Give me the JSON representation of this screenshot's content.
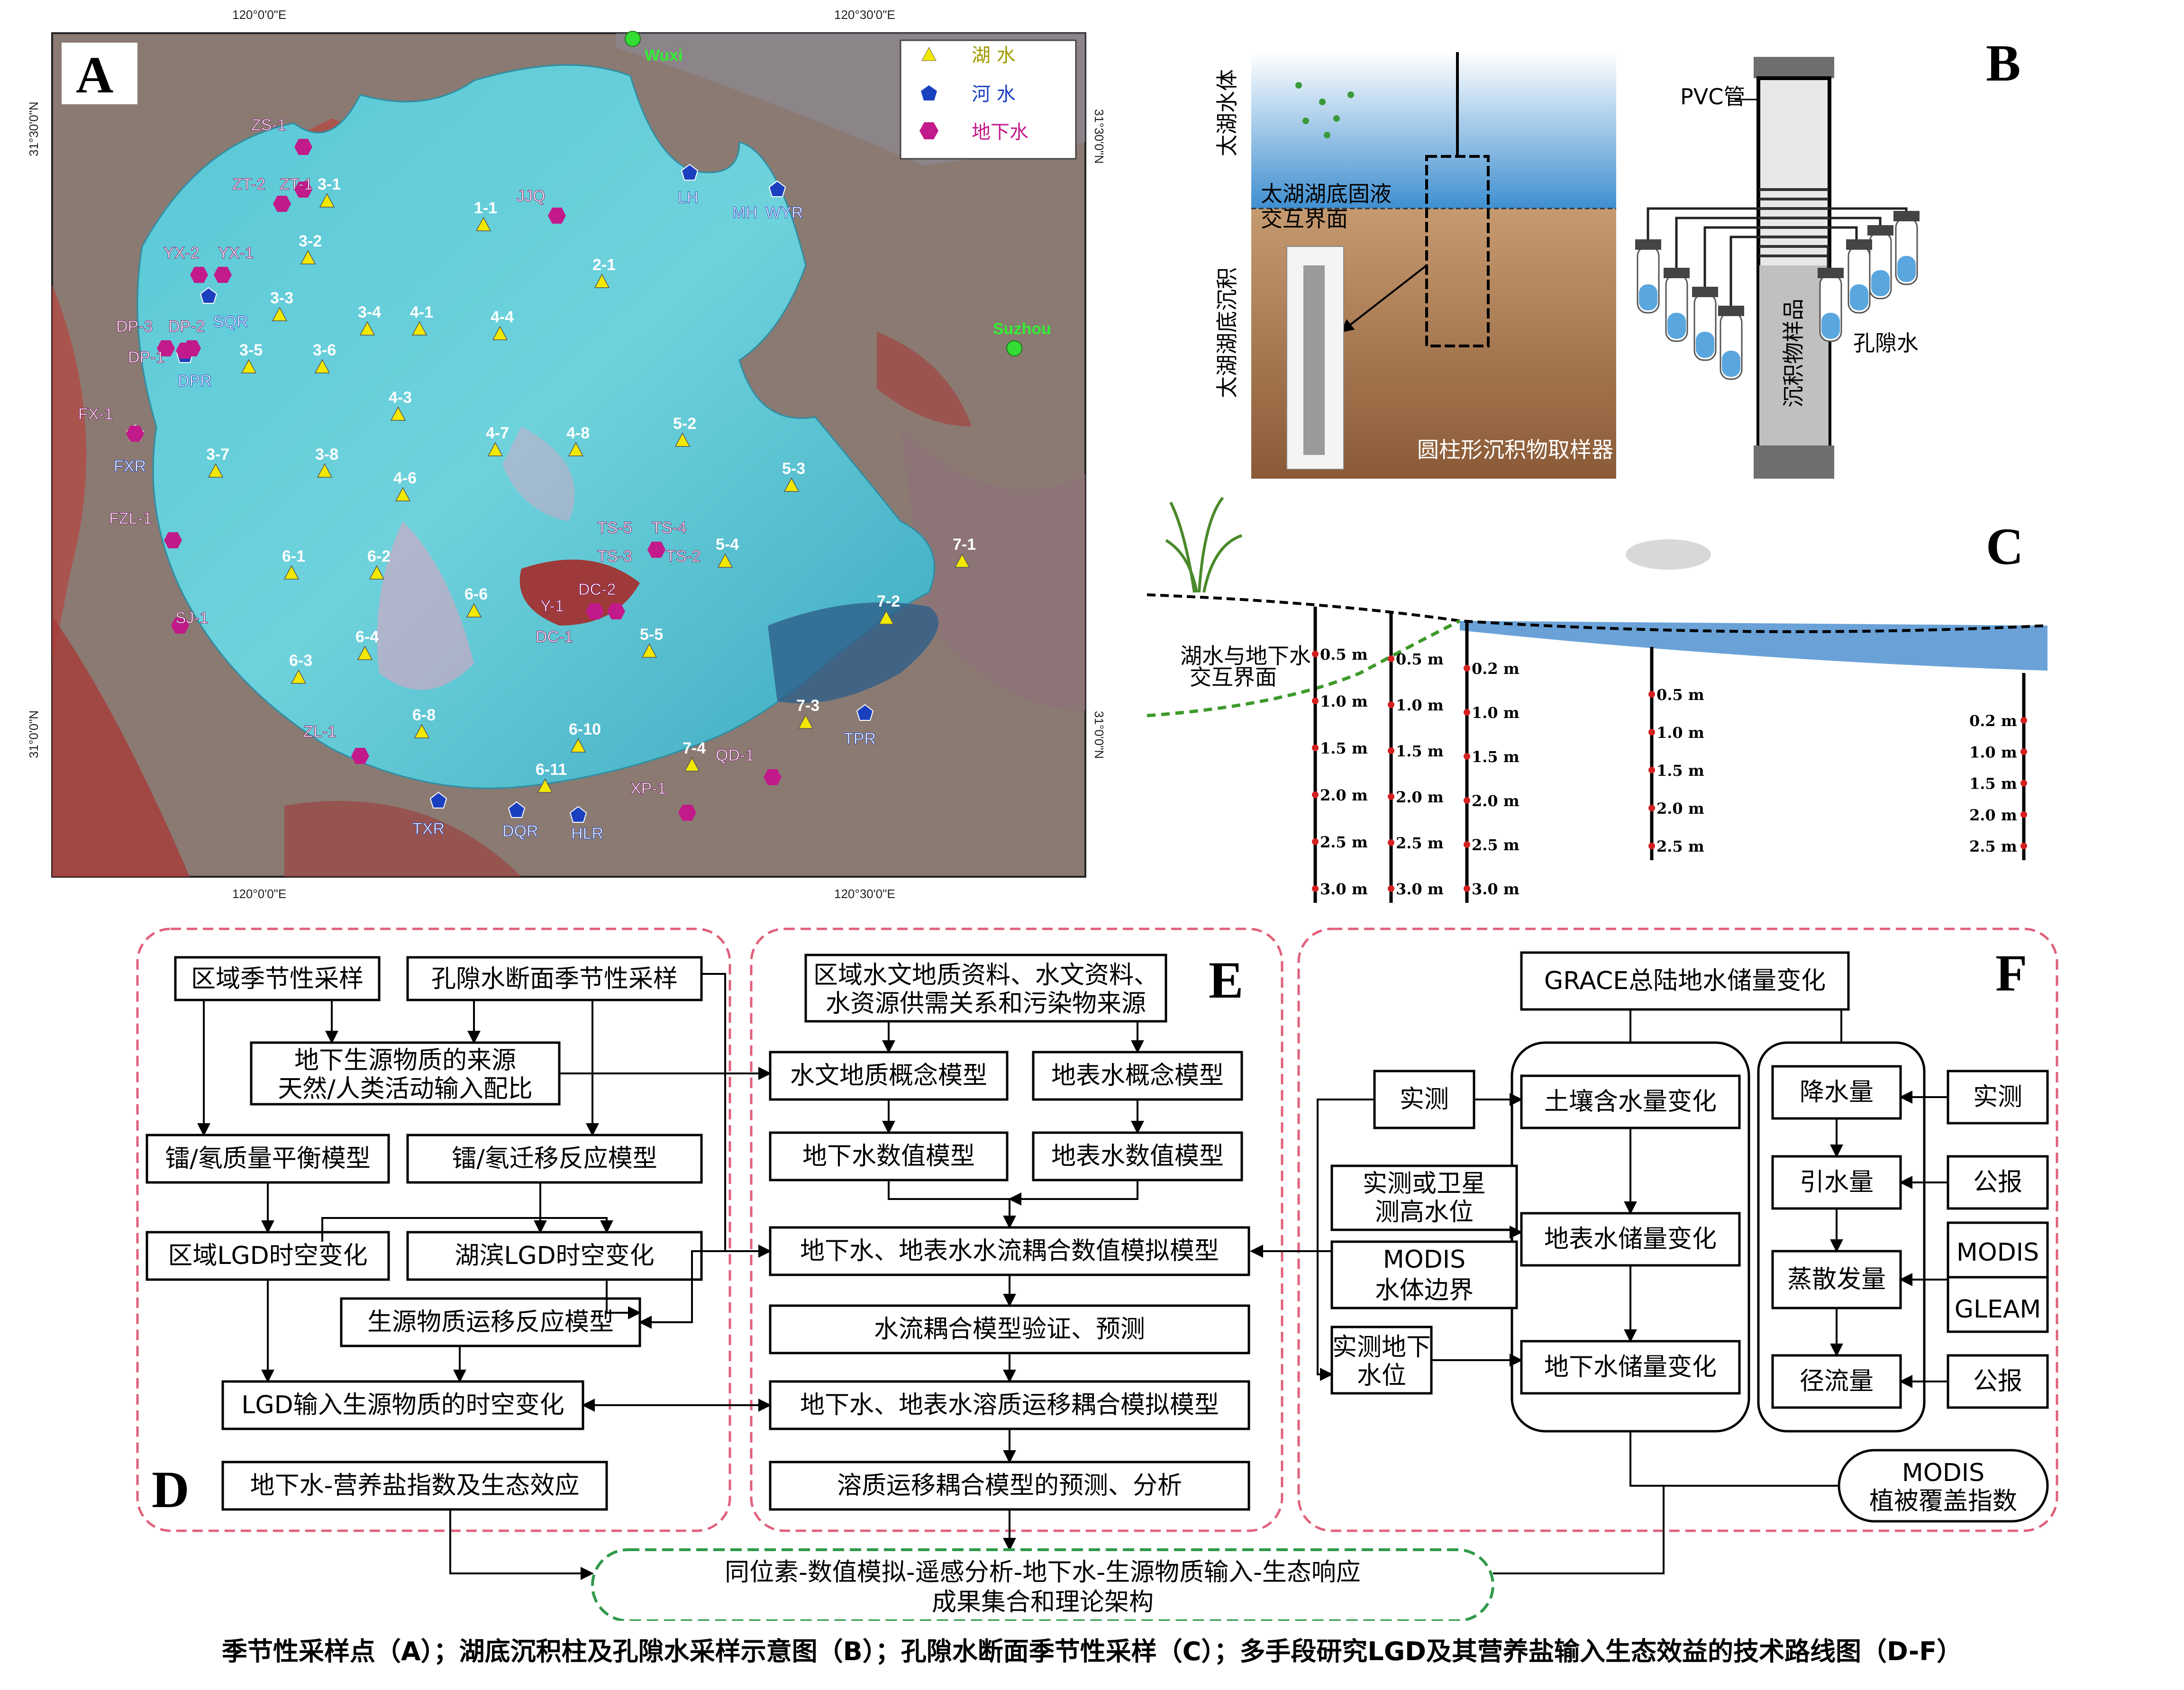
{
  "panel_a": {
    "letter": "A",
    "coords": {
      "top_left": "120°0'0\"E",
      "top_right": "120°30'0\"E",
      "left_top": "31°30'0\"N",
      "left_bottom": "31°0'0\"N",
      "right_top": "31°30'0\"N",
      "right_bottom": "31°0'0\"N",
      "bottom_left": "120°0'0\"E",
      "bottom_right": "120°30'0\"E"
    },
    "legend": [
      {
        "symbol": "triangle",
        "label": "湖 水",
        "color": "#f2e800"
      },
      {
        "symbol": "pentagon",
        "label": "河 水",
        "color": "#1a3fbf"
      },
      {
        "symbol": "hexagon",
        "label": "地下水",
        "color": "#c21a8a"
      }
    ],
    "cities": [
      "Wuxi",
      "Suzhou"
    ],
    "lake_sites": [
      "3-1",
      "1-1",
      "3-2",
      "2-1",
      "3-3",
      "3-4",
      "4-1",
      "4-4",
      "3-5",
      "3-6",
      "4-3",
      "4-7",
      "4-8",
      "5-2",
      "3-7",
      "3-8",
      "4-6",
      "5-3",
      "5-4",
      "6-1",
      "6-2",
      "7-1",
      "6-6",
      "7-2",
      "6-4",
      "5-5",
      "6-3",
      "7-3",
      "6-8",
      "6-10",
      "7-4",
      "6-11"
    ],
    "river_sites": [
      "LH",
      "MH",
      "WYR",
      "SQR",
      "DPR",
      "FXR",
      "TPR",
      "TXR",
      "DQR",
      "HLR"
    ],
    "groundwater_sites": [
      "ZS-1",
      "ZT-2",
      "ZT-1",
      "JJQ",
      "YX-2",
      "YX-1",
      "DP-3",
      "DP-2",
      "DP-1",
      "FX-1",
      "FZL-1",
      "TS-5",
      "TS-4",
      "TS-3",
      "TS-2",
      "DC-2",
      "Y-1",
      "DC-1",
      "SJ-1",
      "ZL-1",
      "QD-1",
      "XP-1"
    ]
  },
  "panel_b": {
    "letter": "B",
    "water_label": "太湖水体",
    "interface_label": [
      "太湖湖底固液",
      "交互界面"
    ],
    "sediment_label": "太湖湖底沉积",
    "sampler_label": "圆柱形沉积物取样器",
    "pvc_label": "PVC管",
    "core_label": "沉积物样品",
    "porewater_label": "孔隙水"
  },
  "panel_c": {
    "letter": "C",
    "interface_label": [
      "湖水与地下水",
      "交互界面"
    ],
    "profiles": [
      [
        "0.5 m",
        "1.0 m",
        "1.5 m",
        "2.0 m",
        "2.5 m",
        "3.0 m"
      ],
      [
        "0.5 m",
        "1.0 m",
        "1.5 m",
        "2.0 m",
        "2.5 m",
        "3.0 m"
      ],
      [
        "0.2 m",
        "1.0 m",
        "1.5 m",
        "2.0 m",
        "2.5 m",
        "3.0 m"
      ],
      [
        "0.5 m",
        "1.0 m",
        "1.5 m",
        "2.0 m",
        "2.5 m"
      ],
      [
        "0.2 m",
        "1.0 m",
        "1.5 m",
        "2.0 m",
        "2.5 m"
      ]
    ]
  },
  "panel_d": {
    "letter": "D",
    "boxes": {
      "regional_sampling": "区域季节性采样",
      "porewater_sampling": "孔隙水断面季节性采样",
      "source1": "地下生源物质的来源",
      "source2": "天然/人类活动输入配比",
      "mass_balance": "镭/氡质量平衡模型",
      "transport": "镭/氡迁移反应模型",
      "regional_lgd": "区域LGD时空变化",
      "lakeshore_lgd": "湖滨LGD时空变化",
      "bio_transport": "生源物质运移反应模型",
      "lgd_input": "LGD输入生源物质的时空变化",
      "nutrient": "地下水-营养盐指数及生态效应"
    }
  },
  "panel_e": {
    "letter": "E",
    "boxes": {
      "data1": "区域水文地质资料、水文资料、",
      "data2": "水资源供需关系和污染物来源",
      "hydrogeo": "水文地质概念模型",
      "surface_concept": "地表水概念模型",
      "gw_numeric": "地下水数值模型",
      "sw_numeric": "地表水数值模型",
      "coupled_flow": "地下水、地表水水流耦合数值模拟模型",
      "validation": "水流耦合模型验证、预测",
      "solute": "地下水、地表水溶质运移耦合模拟模型",
      "solute_pred": "溶质运移耦合模型的预测、分析"
    }
  },
  "panel_f": {
    "letter": "F",
    "boxes": {
      "grace": "GRACE总陆地水储量变化",
      "measured1": "实测",
      "alt1": "实测或卫星",
      "alt2": "测高水位",
      "modis1": "MODIS",
      "modis2": "水体边界",
      "gwl1": "实测地下",
      "gwl2": "水位",
      "soil": "土壤含水量变化",
      "surface": "地表水储量变化",
      "groundwater": "地下水储量变化",
      "precip": "降水量",
      "diversion": "引水量",
      "evap": "蒸散发量",
      "runoff": "径流量",
      "measured2": "实测",
      "report1": "公报",
      "modis3": "MODIS",
      "gleam": "GLEAM",
      "report2": "公报",
      "ndvi1": "MODIS",
      "ndvi2": "植被覆盖指数"
    }
  },
  "final": {
    "line1": "同位素-数值模拟-遥感分析-地下水-生源物质输入-生态响应",
    "line2": "成果集合和理论架构"
  },
  "caption": "季节性采样点（A）；湖底沉积柱及孔隙水采样示意图（B）；孔隙水断面季节性采样（C）；多手段研究LGD及其营养盐输入生态效益的技术路线图（D-F）"
}
